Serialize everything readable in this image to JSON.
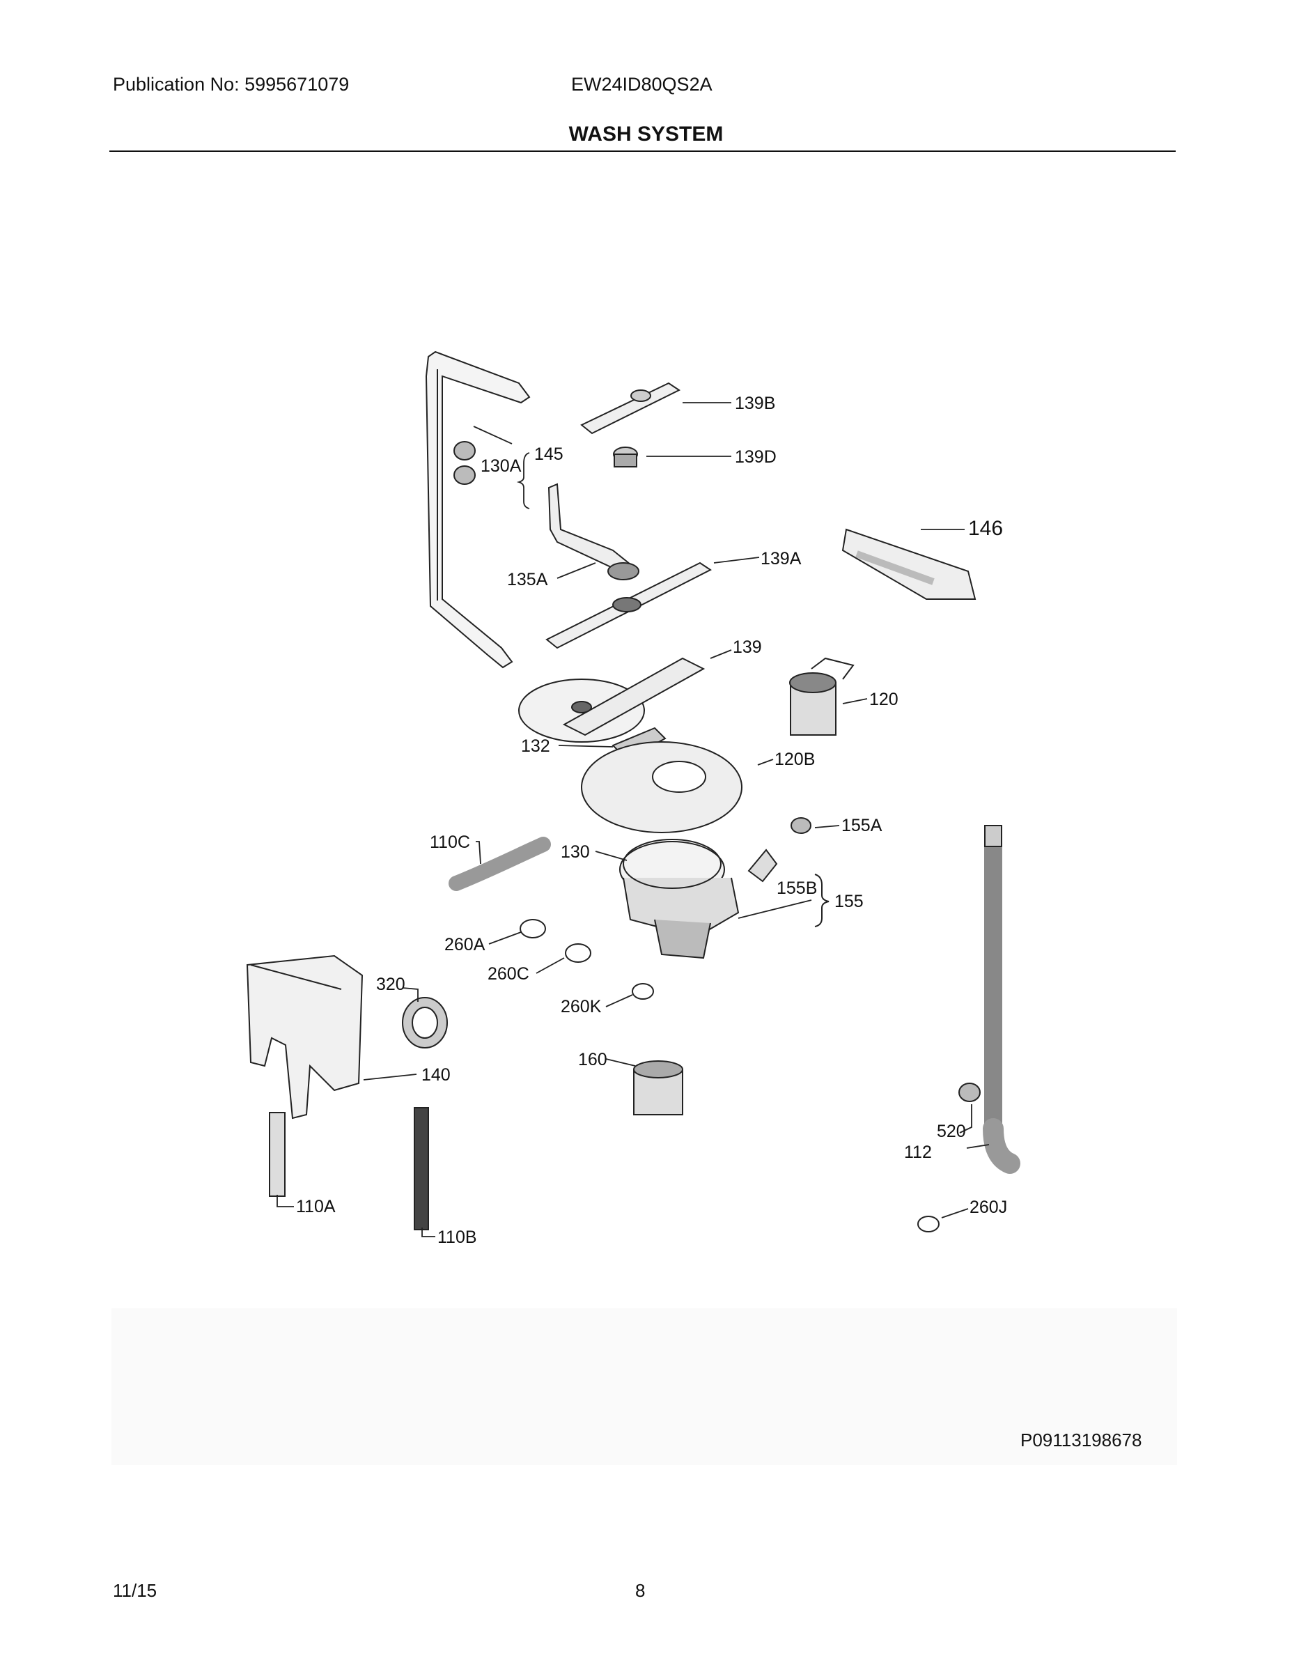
{
  "header": {
    "publication": "Publication No: 5995671079",
    "model": "EW24ID80QS2A",
    "title": "WASH SYSTEM"
  },
  "diagram": {
    "callouts": [
      {
        "id": "139B",
        "text": "139B"
      },
      {
        "id": "139D",
        "text": "139D"
      },
      {
        "id": "145",
        "text": "145"
      },
      {
        "id": "130A",
        "text": "130A"
      },
      {
        "id": "146",
        "text": "146"
      },
      {
        "id": "139A",
        "text": "139A"
      },
      {
        "id": "135A",
        "text": "135A"
      },
      {
        "id": "139",
        "text": "139"
      },
      {
        "id": "120",
        "text": "120"
      },
      {
        "id": "132",
        "text": "132"
      },
      {
        "id": "120B",
        "text": "120B"
      },
      {
        "id": "155A",
        "text": "155A"
      },
      {
        "id": "110C",
        "text": "110C"
      },
      {
        "id": "130",
        "text": "130"
      },
      {
        "id": "155B",
        "text": "155B"
      },
      {
        "id": "155",
        "text": "155"
      },
      {
        "id": "260A",
        "text": "260A"
      },
      {
        "id": "260C",
        "text": "260C"
      },
      {
        "id": "320",
        "text": "320"
      },
      {
        "id": "260K",
        "text": "260K"
      },
      {
        "id": "160",
        "text": "160"
      },
      {
        "id": "140",
        "text": "140"
      },
      {
        "id": "520",
        "text": "520"
      },
      {
        "id": "112",
        "text": "112"
      },
      {
        "id": "110A",
        "text": "110A"
      },
      {
        "id": "110B",
        "text": "110B"
      },
      {
        "id": "260J",
        "text": "260J"
      }
    ],
    "figure_id": "P09113198678"
  },
  "footer": {
    "date": "11/15",
    "page": "8"
  }
}
